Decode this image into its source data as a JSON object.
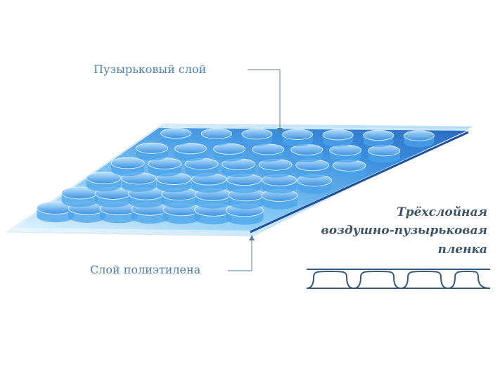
{
  "labels": {
    "bubble_layer": "Пузырьковый слой",
    "polyethylene_layer": "Слой полиэтилена"
  },
  "title": {
    "line1": "Трёхслойная",
    "line2": "воздушно-пузырьковая",
    "line3": "пленка"
  },
  "diagram": {
    "bubble_rows": 6,
    "bubble_cols": 7,
    "colors": {
      "bubble_blue": "#3f9be6",
      "sheet_light": "#dff2ff",
      "sheet_edge": "#1d4f9c",
      "label_text": "#4f7da3",
      "cross_section_line": "#3a5a78"
    }
  }
}
